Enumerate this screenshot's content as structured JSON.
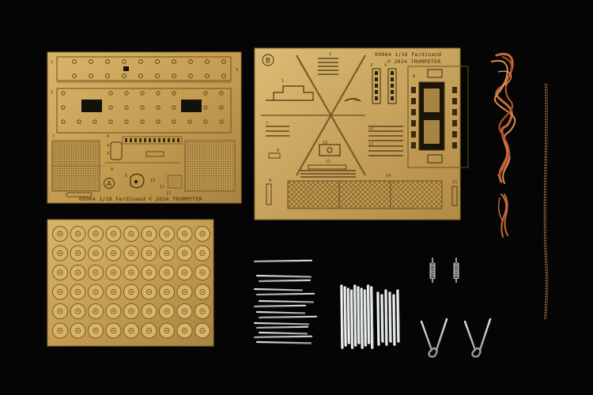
{
  "photo": {
    "subject": "photo-etched detail set with turned metal parts and copper wire",
    "background_color": "#050505",
    "brass_color": "#caa45a",
    "copper_color": "#c8683a",
    "steel_color": "#b9bec4"
  },
  "fret_a": {
    "letter": "A",
    "marking": "00964  1/16  Ferdinand  © 2024  TRUMPETER",
    "part_numbers": [
      "1",
      "2",
      "3",
      "4",
      "5",
      "6",
      "7",
      "8",
      "9",
      "10",
      "11",
      "12"
    ]
  },
  "fret_b": {
    "letter": "B",
    "marking_code": "00964  1/16  Ferdinand",
    "marking_brand": "© 2024  TRUMPETER",
    "part_numbers": [
      "1",
      "2",
      "3",
      "4",
      "5",
      "6",
      "7",
      "8",
      "9",
      "10",
      "11",
      "12",
      "13",
      "14",
      "15"
    ]
  },
  "washer_fret": {
    "rows": 6,
    "cols": 9
  },
  "loose_parts": {
    "steel_pins": 14,
    "white_rods": 16,
    "small_springs": 2,
    "torsion_springs": 2,
    "copper_wire_coils": 2,
    "chains": 1
  }
}
